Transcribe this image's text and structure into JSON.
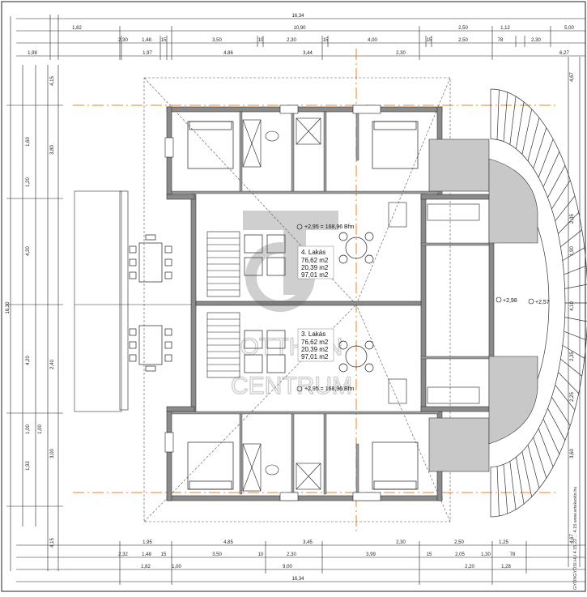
{
  "dimensions": {
    "top": {
      "total": "16,34",
      "row1": [
        "1,82",
        "10,90",
        "2,50",
        "1,12",
        "5,00"
      ],
      "row2": [
        "2,30",
        "1,48",
        "15",
        "3,50",
        "10",
        "2,30",
        "15",
        "4,00",
        "15",
        "2,50",
        "78",
        "2,30"
      ],
      "row3": [
        "1,98",
        "1,97",
        "4,86",
        "3,44",
        "2,30",
        "6,27"
      ]
    },
    "bottom": {
      "row1": [
        "1,95",
        "4,85",
        "3,45",
        "2,30",
        "2,50",
        "1,25"
      ],
      "row2": [
        "2,32",
        "1,48",
        "15",
        "3,50",
        "10",
        "2,30",
        "3,99",
        "15",
        "2,05",
        "1,30",
        "78"
      ],
      "row3": [
        "1,82",
        "1,00",
        "9,00",
        "2,20",
        "1,28"
      ],
      "total": "16,34"
    },
    "left": [
      "4,15",
      "1,60",
      "3,80",
      "1,20",
      "4,20",
      "16,20",
      "4,20",
      "2,40",
      "1,00",
      "1,00",
      "3,00",
      "1,92",
      "4,15"
    ],
    "right": [
      "4,67",
      "2,35",
      "1,90",
      "4,10",
      "2,35",
      "2,25",
      "3,60",
      "4,67"
    ]
  },
  "units": {
    "apartment_4": {
      "name": "4. Lakás",
      "area_1": "76,62 m2",
      "area_2": "20,39 m2",
      "area_3": "97,01 m2",
      "level_label": "+2,95 = 168,96 Bfm"
    },
    "apartment_3": {
      "name": "3. Lakás",
      "area_1": "76,62 m2",
      "area_2": "20,39 m2",
      "area_3": "97,01 m2",
      "level_label": "+2,95 = 168,96 Bfm"
    }
  },
  "levels": {
    "center_right": "+2,98",
    "far_right": "+2,57"
  },
  "watermark": {
    "line1": "OTTHON",
    "line2": "CENTRUM"
  },
  "title_block": {
    "text": "GYÖNGYÖSI.HU 4.15.22 ... 4.15 www.ertekesito.hu"
  }
}
